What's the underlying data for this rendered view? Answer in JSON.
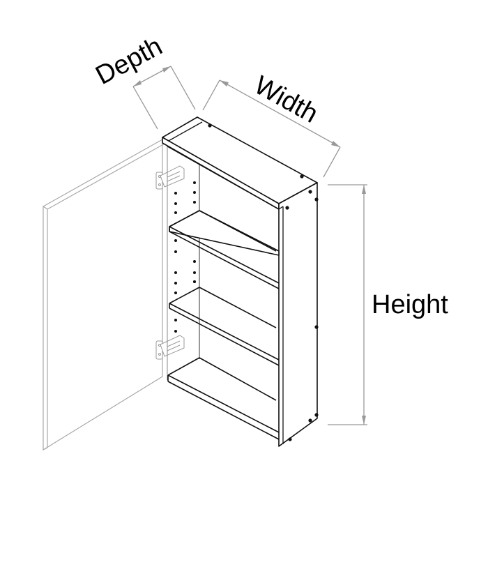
{
  "diagram": {
    "type": "isometric cabinet dimension drawing",
    "subject": "wall cabinet with open door and adjustable shelves",
    "labels": {
      "depth": "Depth",
      "width": "Width",
      "height": "Height"
    },
    "components": {
      "shelves": 3,
      "hinges": 2,
      "door": "open, left side"
    },
    "colors": {
      "outline": "#111111",
      "door_outline": "#a8a8a8",
      "dimension_line": "#999999",
      "background": "#ffffff"
    }
  }
}
